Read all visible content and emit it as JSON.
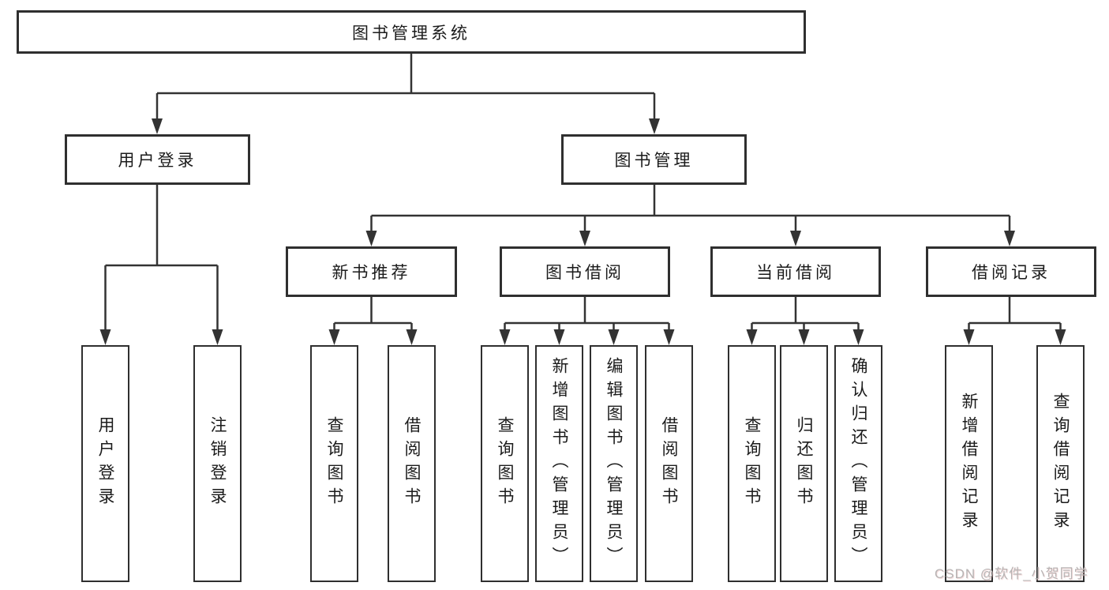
{
  "diagram": {
    "type": "tree",
    "nodes": {
      "root": "图书管理系统",
      "userLogin": "用户登录",
      "bookMgmt": "图书管理",
      "newBooks": "新书推荐",
      "bookBorrow": "图书借阅",
      "currentBorrow": "当前借阅",
      "borrowRecords": "借阅记录",
      "leafUserLogin": "用户登录",
      "leafLogout": "注销登录",
      "nbQueryBook": "查询图书",
      "nbBorrowBook": "借阅图书",
      "bbQueryBook": "查询图书",
      "bbAddBook": "新增图书（管理员）",
      "bbEditBook": "编辑图书（管理员）",
      "bbBorrowBook": "借阅图书",
      "cbQueryBook": "查询图书",
      "cbReturnBook": "归还图书",
      "cbConfirmReturn": "确认归还（管理员）",
      "brAddRecord": "新增借阅记录",
      "brQueryRecord": "查询借阅记录"
    },
    "edges": [
      [
        "root",
        "userLogin"
      ],
      [
        "root",
        "bookMgmt"
      ],
      [
        "userLogin",
        "leafUserLogin"
      ],
      [
        "userLogin",
        "leafLogout"
      ],
      [
        "bookMgmt",
        "newBooks"
      ],
      [
        "bookMgmt",
        "bookBorrow"
      ],
      [
        "bookMgmt",
        "currentBorrow"
      ],
      [
        "bookMgmt",
        "borrowRecords"
      ],
      [
        "newBooks",
        "nbQueryBook"
      ],
      [
        "newBooks",
        "nbBorrowBook"
      ],
      [
        "bookBorrow",
        "bbQueryBook"
      ],
      [
        "bookBorrow",
        "bbAddBook"
      ],
      [
        "bookBorrow",
        "bbEditBook"
      ],
      [
        "bookBorrow",
        "bbBorrowBook"
      ],
      [
        "currentBorrow",
        "cbQueryBook"
      ],
      [
        "currentBorrow",
        "cbReturnBook"
      ],
      [
        "currentBorrow",
        "cbConfirmReturn"
      ],
      [
        "borrowRecords",
        "brAddRecord"
      ],
      [
        "borrowRecords",
        "brQueryRecord"
      ]
    ]
  },
  "watermark": "CSDN @软件_小贺同学",
  "colors": {
    "line": "#333333",
    "border": "#2f2f2f",
    "text": "#1b1b1b",
    "watermark": "#b7b4b4",
    "background": "#ffffff"
  }
}
